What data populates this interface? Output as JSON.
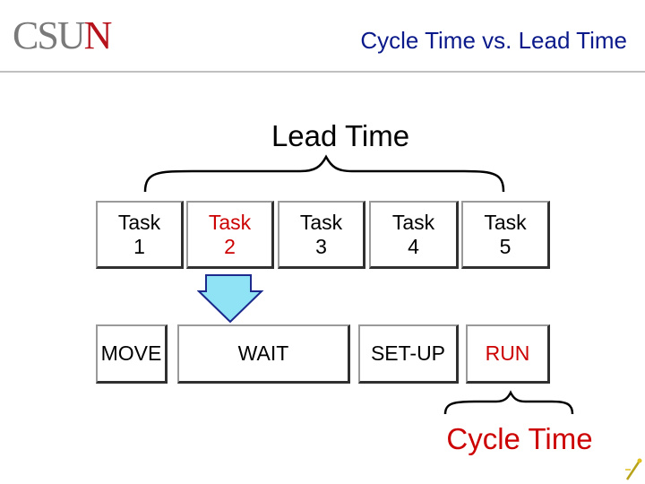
{
  "header": {
    "logo_text_prefix": "CSU",
    "logo_text_suffix": "N",
    "title": "Cycle Time vs. Lead Time"
  },
  "lead_time_label": "Lead Time",
  "cycle_time_label": "Cycle Time",
  "tasks": [
    {
      "label": "Task\n1",
      "color": "#000000"
    },
    {
      "label": "Task\n2",
      "color": "#cc0000"
    },
    {
      "label": "Task\n3",
      "color": "#000000"
    },
    {
      "label": "Task\n4",
      "color": "#000000"
    },
    {
      "label": "Task\n5",
      "color": "#000000"
    }
  ],
  "activities": [
    {
      "label": "MOVE",
      "color": "#000000"
    },
    {
      "label": "WAIT",
      "color": "#000000"
    },
    {
      "label": "SET-UP",
      "color": "#000000"
    },
    {
      "label": "RUN",
      "color": "#cc0000"
    }
  ],
  "colors": {
    "title": "#0b1a8a",
    "accent_red": "#cc0000",
    "arrow_fill": "#8fe3f5",
    "arrow_stroke": "#1b2a8c"
  },
  "icons": {
    "wait_arrow": "down-arrow-icon",
    "corner_decoration": "pencil-sparkle-icon"
  }
}
